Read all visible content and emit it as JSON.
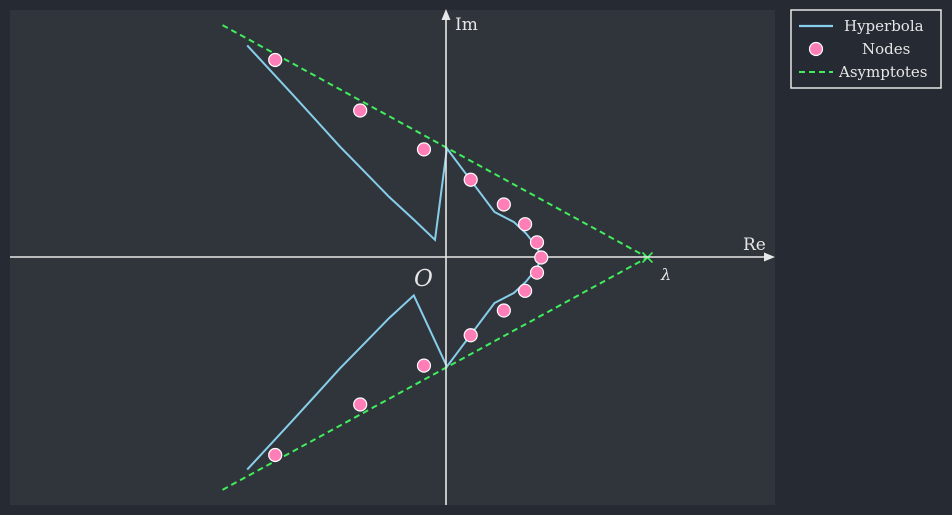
{
  "chart_data": {
    "type": "scatter",
    "labels": {
      "x_axis": "Re",
      "y_axis": "Im",
      "origin": "O",
      "lambda": "λ"
    },
    "xlim": [
      -0.5,
      0.4
    ],
    "ylim": [
      -0.49,
      0.49
    ],
    "lambda": 0.25,
    "legend": {
      "position": "top-right",
      "items": [
        {
          "label": "Hyperbola",
          "kind": "line",
          "color": "#87ceeb"
        },
        {
          "label": "Nodes",
          "kind": "marker",
          "color": "#ff7eb8"
        },
        {
          "label": "Asymptotes",
          "kind": "dashed",
          "color": "#3fee5c"
        }
      ]
    },
    "grid": false,
    "series": [
      {
        "kind": "line",
        "color": "#87ceeb",
        "points": [
          [
            -0.221,
            0.42
          ],
          [
            -0.188,
            0.36
          ],
          [
            -0.166,
            0.32
          ],
          [
            -0.139,
            0.27
          ],
          [
            -0.112,
            0.22
          ],
          [
            -0.083,
            0.17
          ],
          [
            -0.054,
            0.12
          ],
          [
            -0.025,
            0.075
          ],
          [
            0.0,
            0.035
          ],
          [
            0.014,
            0.216
          ],
          [
            0.042,
            0.153
          ],
          [
            0.07,
            0.09
          ],
          [
            0.093,
            0.07
          ],
          [
            0.107,
            0.048
          ],
          [
            0.118,
            0.025
          ],
          [
            0.123,
            0.01
          ],
          [
            0.125,
            0.0
          ],
          [
            0.123,
            -0.01
          ],
          [
            0.118,
            -0.025
          ],
          [
            0.107,
            -0.048
          ],
          [
            0.093,
            -0.07
          ],
          [
            0.07,
            -0.09
          ],
          [
            0.042,
            -0.153
          ],
          [
            0.014,
            -0.216
          ],
          [
            -0.025,
            -0.075
          ],
          [
            -0.054,
            -0.12
          ],
          [
            -0.083,
            -0.17
          ],
          [
            -0.112,
            -0.22
          ],
          [
            -0.139,
            -0.27
          ],
          [
            -0.166,
            -0.32
          ],
          [
            -0.188,
            -0.36
          ],
          [
            -0.221,
            -0.42
          ]
        ]
      },
      {
        "name": "Nodes",
        "kind": "marker",
        "color": "#ff7eb8",
        "points": [
          [
            -0.188,
            0.391
          ],
          [
            -0.088,
            0.291
          ],
          [
            -0.013,
            0.214
          ],
          [
            0.042,
            0.154
          ],
          [
            0.081,
            0.105
          ],
          [
            0.106,
            0.066
          ],
          [
            0.12,
            0.03
          ],
          [
            0.125,
            0.0
          ],
          [
            0.12,
            -0.03
          ],
          [
            0.106,
            -0.066
          ],
          [
            0.081,
            -0.105
          ],
          [
            0.042,
            -0.154
          ],
          [
            -0.013,
            -0.214
          ],
          [
            -0.088,
            -0.291
          ],
          [
            -0.188,
            -0.391
          ]
        ]
      },
      {
        "kind": "dashed",
        "color": "#3fee5c",
        "segments": [
          [
            [
              -0.25,
              0.46
            ],
            [
              0.25,
              0.0
            ]
          ],
          [
            [
              -0.25,
              -0.46
            ],
            [
              0.25,
              0.0
            ]
          ]
        ]
      }
    ]
  }
}
